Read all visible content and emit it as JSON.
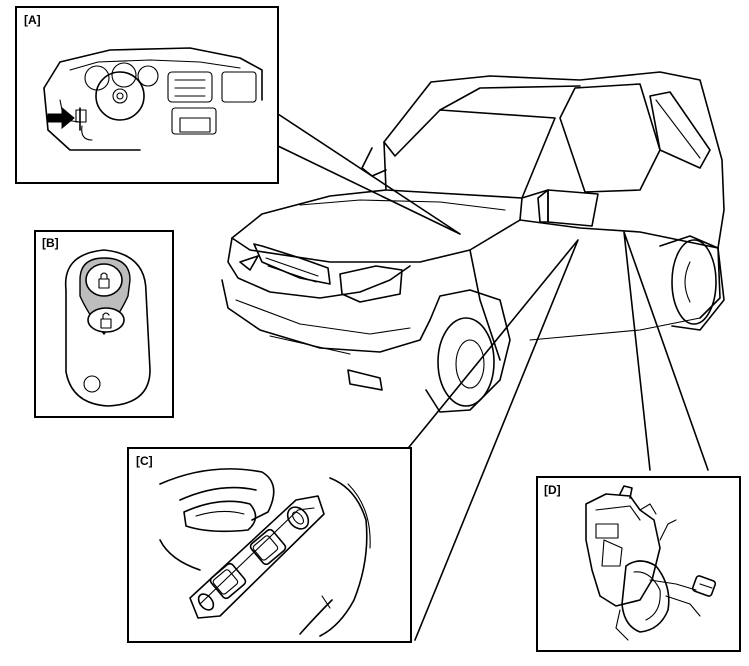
{
  "panels": {
    "a": {
      "label": "[A]"
    },
    "b": {
      "label": "[B]"
    },
    "c": {
      "label": "[C]"
    },
    "d": {
      "label": "[D]"
    }
  }
}
